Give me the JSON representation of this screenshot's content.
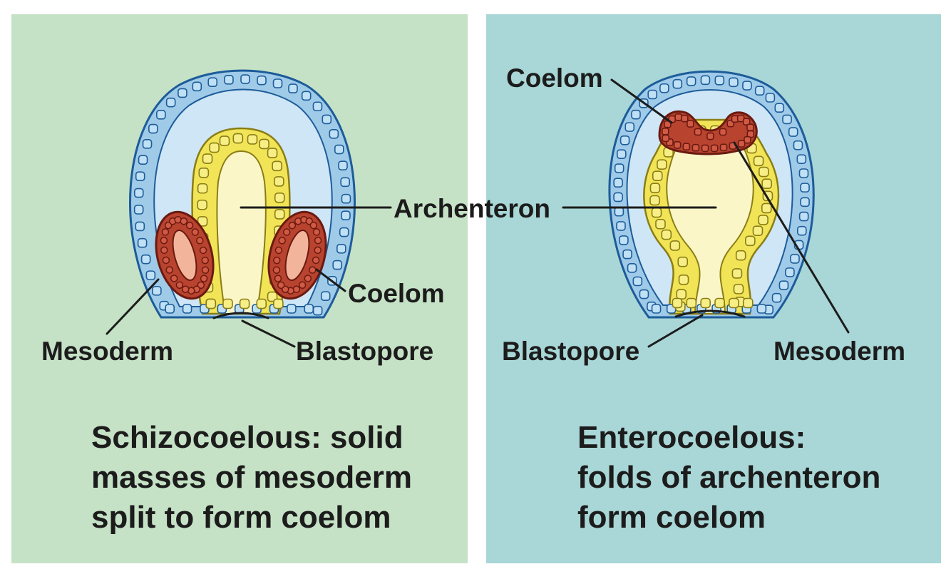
{
  "colors": {
    "left_panel": "#c6e2c6",
    "right_panel": "#a9d6d6",
    "ectoderm": "#9fcbe8",
    "ectoderm_outline": "#1d5c9a",
    "blastocoel": "#cfe6f6",
    "endoderm": "#f1e457",
    "endoderm_outline": "#8a7d16",
    "archenteron": "#fbf6c8",
    "mesoderm": "#b8432f",
    "mesoderm_outline": "#6a1a10",
    "coelom_cavity": "#f2b59b",
    "text": "#1c1c1c"
  },
  "labels": {
    "archenteron": "Archenteron",
    "left": {
      "mesoderm": "Mesoderm",
      "blastopore": "Blastopore",
      "coelom": "Coelom"
    },
    "right": {
      "coelom": "Coelom",
      "blastopore": "Blastopore",
      "mesoderm": "Mesoderm"
    }
  },
  "captions": {
    "left": [
      "Schizocoelous: solid",
      "masses of mesoderm",
      "split to form coelom"
    ],
    "right": [
      "Enterocoelous:",
      "folds of archenteron",
      "form coelom"
    ]
  }
}
